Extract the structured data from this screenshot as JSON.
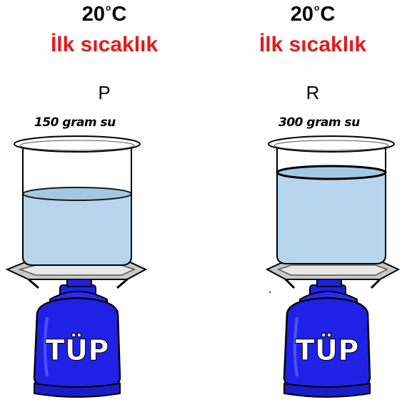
{
  "colors": {
    "title_temperature": "#000000",
    "initial_label": "#e11c1c",
    "water": "#b7d6ee",
    "cylinder": "#1f22e6",
    "cylinder_text": "#ffffff"
  },
  "icons": [
    "beaker-icon",
    "gas-cylinder-icon",
    "burner-grate-icon"
  ],
  "setups": [
    {
      "temperature_value": "20",
      "temperature_degree": "o",
      "temperature_unit": "C",
      "initial_temperature_label": "İlk sıcaklık",
      "container_letter": "P",
      "water_amount": "150 gram su",
      "cylinder_label": "TÜP"
    },
    {
      "temperature_value": "20",
      "temperature_degree": "o",
      "temperature_unit": "C",
      "initial_temperature_label": "İlk sıcaklık",
      "container_letter": "R",
      "water_amount": "300 gram su",
      "cylinder_label": "TÜP"
    }
  ]
}
